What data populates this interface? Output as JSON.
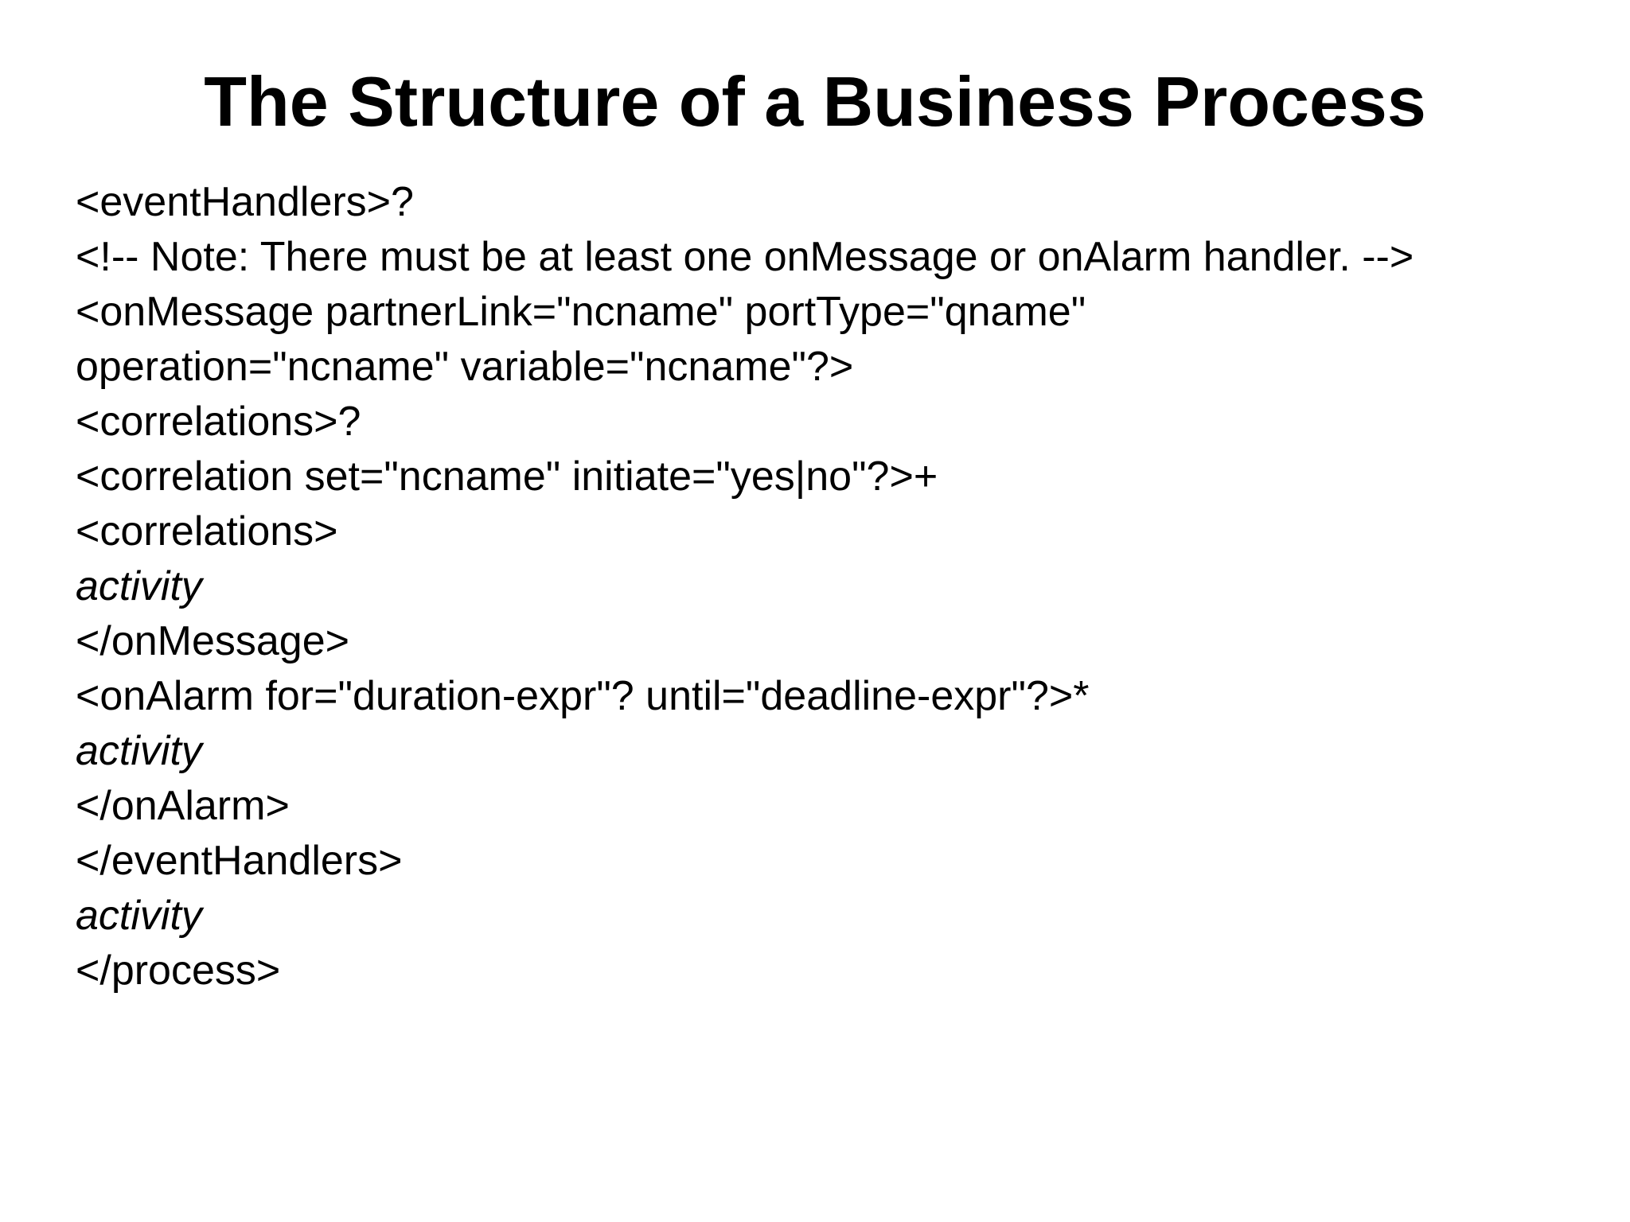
{
  "slide": {
    "title": "The Structure of a Business Process",
    "lines": [
      {
        "text": "<eventHandlers>?",
        "italic": false
      },
      {
        "text": "<!-- Note: There must be at least one onMessage or onAlarm handler. -->",
        "italic": false
      },
      {
        "text": "<onMessage partnerLink=\"ncname\" portType=\"qname\"",
        "italic": false
      },
      {
        "text": "operation=\"ncname\" variable=\"ncname\"?>",
        "italic": false
      },
      {
        "text": "<correlations>?",
        "italic": false
      },
      {
        "text": "<correlation set=\"ncname\" initiate=\"yes|no\"?>+",
        "italic": false
      },
      {
        "text": "<correlations>",
        "italic": false
      },
      {
        "text": "activity",
        "italic": true
      },
      {
        "text": "</onMessage>",
        "italic": false
      },
      {
        "text": "<onAlarm for=\"duration-expr\"? until=\"deadline-expr\"?>*",
        "italic": false
      },
      {
        "text": "activity",
        "italic": true
      },
      {
        "text": "</onAlarm>",
        "italic": false
      },
      {
        "text": "</eventHandlers>",
        "italic": false
      },
      {
        "text": "activity",
        "italic": true
      },
      {
        "text": "</process>",
        "italic": false
      }
    ]
  }
}
